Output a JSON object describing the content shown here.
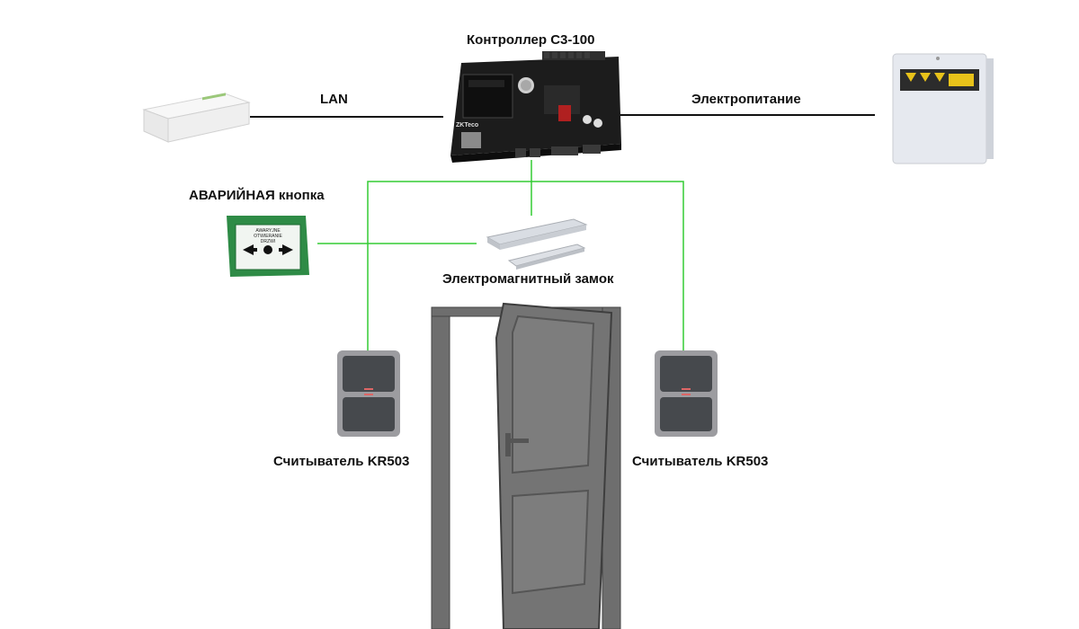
{
  "labels": {
    "controller": "Контроллер C3-100",
    "lan": "LAN",
    "power": "Электропитание",
    "emergency": "АВАРИЙНАЯ кнопка",
    "lock": "Электромагнитный замок",
    "reader_left": "Считыватель KR503",
    "reader_right": "Считыватель KR503"
  },
  "devices": {
    "emergency_button_text": [
      "AWARYJNE",
      "OTWIERANIE",
      "DRZWI"
    ],
    "controller_brand": "ZKTeco"
  },
  "colors": {
    "wire_black": "#111111",
    "wire_green": "#33cc33",
    "door": "#6e6e6e",
    "emergency_green": "#2e8b46"
  }
}
